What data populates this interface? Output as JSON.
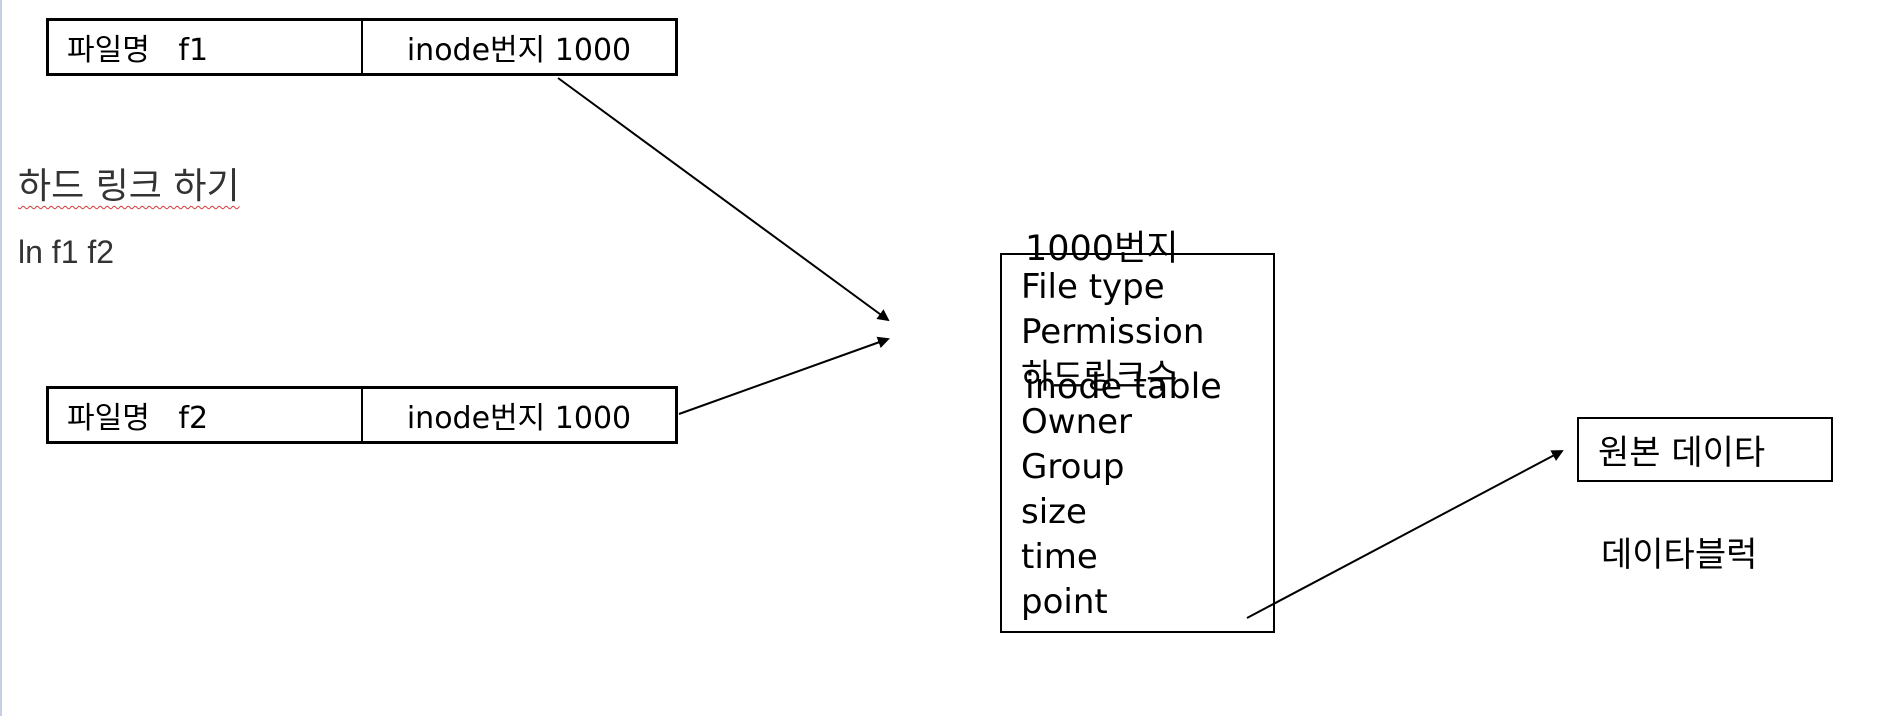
{
  "entries": [
    {
      "filename_label": "파일명   f1",
      "inode_label": "inode번지 1000"
    },
    {
      "filename_label": "파일명   f2",
      "inode_label": "inode번지 1000"
    }
  ],
  "heading": "하드 링크 하기",
  "command": "ln f1 f2",
  "inode_caption": {
    "address": "1000번지",
    "title": "inode table"
  },
  "inode_fields": [
    "File type",
    "Permission",
    "하드링크수",
    "Owner",
    "Group",
    "size",
    "time",
    "point"
  ],
  "data_box": {
    "label": "원본 데이타"
  },
  "data_block_label": "데이타블럭"
}
